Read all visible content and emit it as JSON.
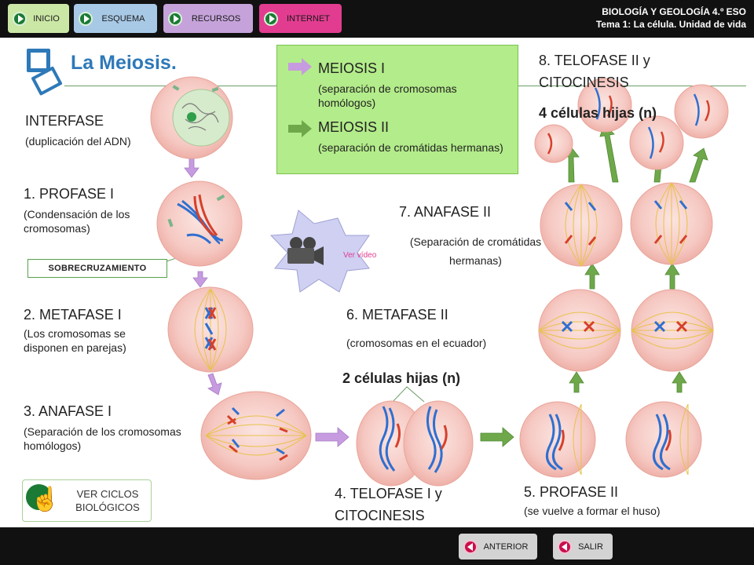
{
  "nav": {
    "inicio": "INICIO",
    "esquema": "ESQUEMA",
    "recursos": "RECURSOS",
    "internet": "INTERNET",
    "anterior": "ANTERIOR",
    "salir": "SALIR"
  },
  "course": {
    "line1": "BIOLOGÍA Y GEOLOGÍA 4.º ESO",
    "line2": "Tema 1: La célula. Unidad de vida"
  },
  "title": "La Meiosis.",
  "legend": {
    "m1_title": "MEIOSIS I",
    "m1_sub": "(separación de cromosomas homólogos)",
    "m2_title": "MEIOSIS II",
    "m2_sub": "(separación de cromátidas hermanas)"
  },
  "stages": {
    "interfase_title": "INTERFASE",
    "interfase_sub": "(duplicación del ADN)",
    "profase1_title": "1. PROFASE I",
    "profase1_sub": "(Condensación de los cromosomas)",
    "sobrecruzamiento": "SOBRECRUZAMIENTO",
    "metafase1_title": "2. METAFASE I",
    "metafase1_sub": "(Los cromosomas se disponen en parejas)",
    "anafase1_title": "3. ANAFASE I",
    "anafase1_sub": "(Separación de los cromosomas homólogos)",
    "telofase1_title": "4. TELOFASE I  y CITOCINESIS",
    "hijas2": "2 células hijas (n)",
    "profase2_title": "5. PROFASE II",
    "profase2_sub": "(se vuelve a formar el huso)",
    "metafase2_title": "6. METAFASE II",
    "metafase2_sub": "(cromosomas en el ecuador)",
    "anafase2_title": "7. ANAFASE II",
    "anafase2_sub": "(Separación de cromátidas hermanas)",
    "telofase2_title": "8. TELOFASE II y CITOCINESIS",
    "hijas4": "4 células hijas (n)"
  },
  "video_label": "Ver vídeo",
  "ciclos_label": "VER CICLOS BIOLÓGICOS",
  "colors": {
    "cell": "#f6c9c3",
    "cell_border": "#e8a49a",
    "arrow_purple": "#c79be0",
    "arrow_green": "#6fa84a",
    "chrom_blue": "#2f6fd0",
    "chrom_red": "#d6402b"
  }
}
